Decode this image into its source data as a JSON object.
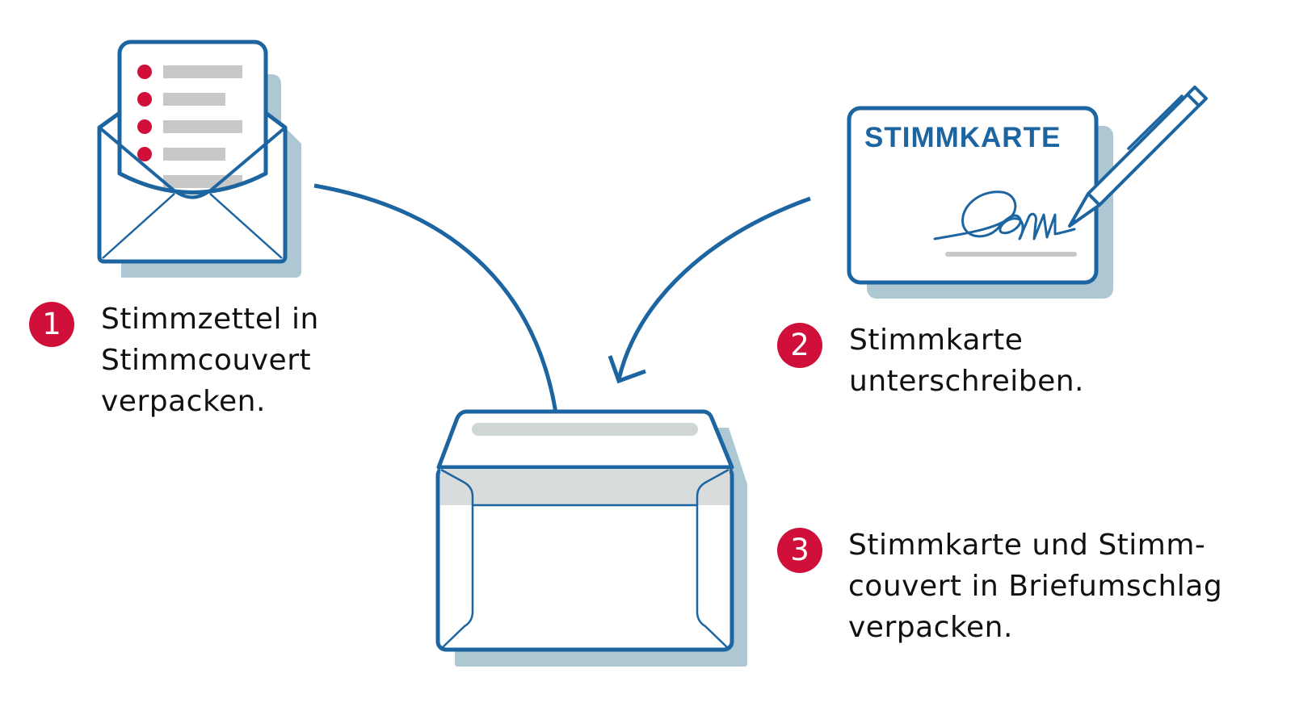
{
  "colors": {
    "accent": "#d0103a",
    "stroke": "#1d65a0",
    "shadow": "#adc8d2",
    "gray": "#c8c8c8"
  },
  "card": {
    "title": "STIMMKARTE"
  },
  "steps": [
    {
      "number": "1",
      "lines": [
        "Stimmzettel in",
        "Stimmcouvert",
        "verpacken."
      ]
    },
    {
      "number": "2",
      "lines": [
        "Stimmkarte",
        "unterschreiben."
      ]
    },
    {
      "number": "3",
      "lines": [
        "Stimmkarte und Stimm-",
        "couvert in Briefumschlag",
        "verpacken."
      ]
    }
  ]
}
